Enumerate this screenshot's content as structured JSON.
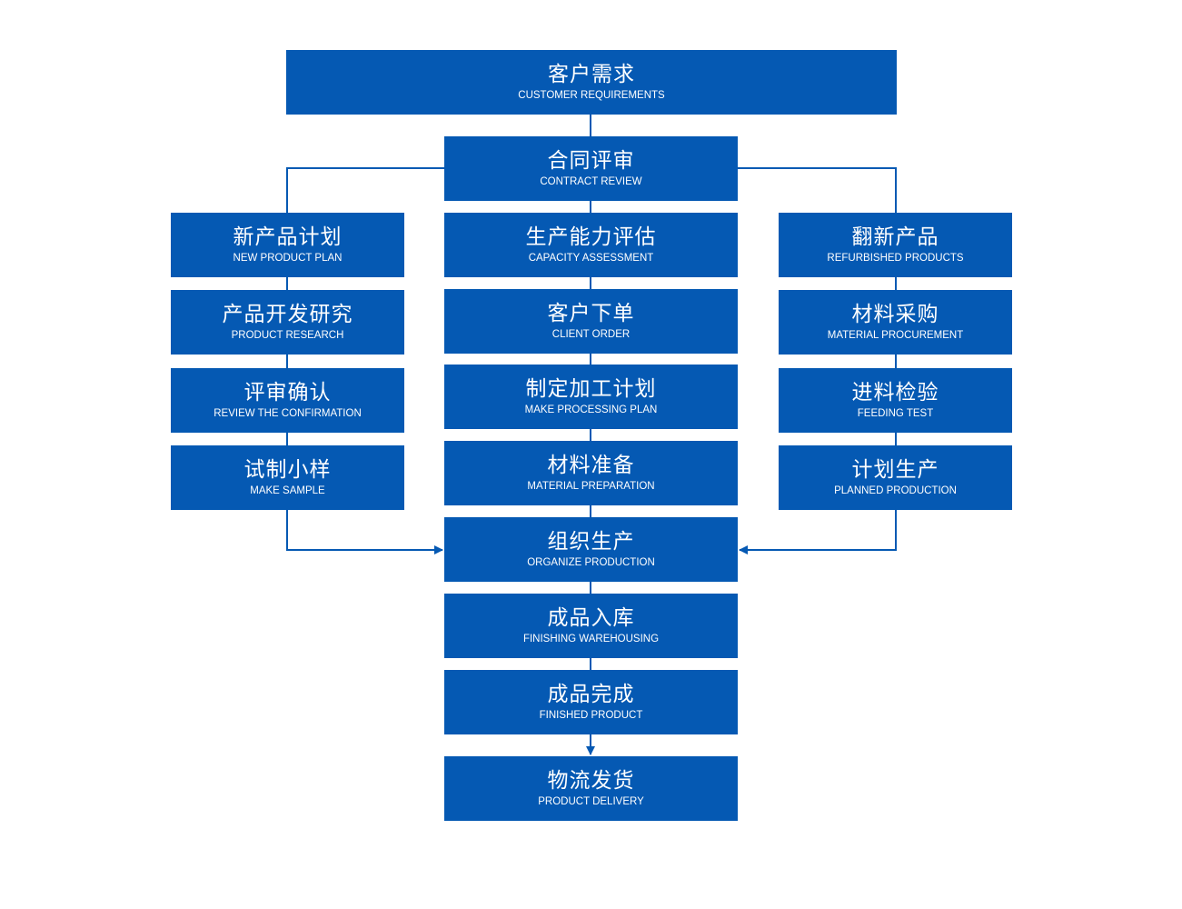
{
  "nodes": {
    "customer_requirements": {
      "cn": "客户需求",
      "en": "CUSTOMER REQUIREMENTS"
    },
    "contract_review": {
      "cn": "合同评审",
      "en": "CONTRACT REVIEW"
    },
    "capacity_assessment": {
      "cn": "生产能力评估",
      "en": "CAPACITY ASSESSMENT"
    },
    "client_order": {
      "cn": "客户下单",
      "en": "CLIENT ORDER"
    },
    "make_processing_plan": {
      "cn": "制定加工计划",
      "en": "MAKE PROCESSING PLAN"
    },
    "material_preparation": {
      "cn": "材料准备",
      "en": "MATERIAL PREPARATION"
    },
    "organize_production": {
      "cn": "组织生产",
      "en": "ORGANIZE PRODUCTION"
    },
    "finishing_warehousing": {
      "cn": "成品入库",
      "en": "FINISHING WAREHOUSING"
    },
    "finished_product": {
      "cn": "成品完成",
      "en": "FINISHED PRODUCT"
    },
    "product_delivery": {
      "cn": "物流发货",
      "en": "PRODUCT DELIVERY"
    },
    "new_product_plan": {
      "cn": "新产品计划",
      "en": "NEW PRODUCT PLAN"
    },
    "product_research": {
      "cn": "产品开发研究",
      "en": "PRODUCT RESEARCH"
    },
    "review_confirmation": {
      "cn": "评审确认",
      "en": "REVIEW THE CONFIRMATION"
    },
    "make_sample": {
      "cn": "试制小样",
      "en": "MAKE SAMPLE"
    },
    "refurbished_products": {
      "cn": "翻新产品",
      "en": "REFURBISHED PRODUCTS"
    },
    "material_procurement": {
      "cn": "材料采购",
      "en": "MATERIAL PROCUREMENT"
    },
    "feeding_test": {
      "cn": "进料检验",
      "en": "FEEDING TEST"
    },
    "planned_production": {
      "cn": "计划生产",
      "en": "PLANNED PRODUCTION"
    }
  },
  "colors": {
    "box": "#0559b3",
    "line": "#0559b3",
    "text": "#ffffff"
  }
}
